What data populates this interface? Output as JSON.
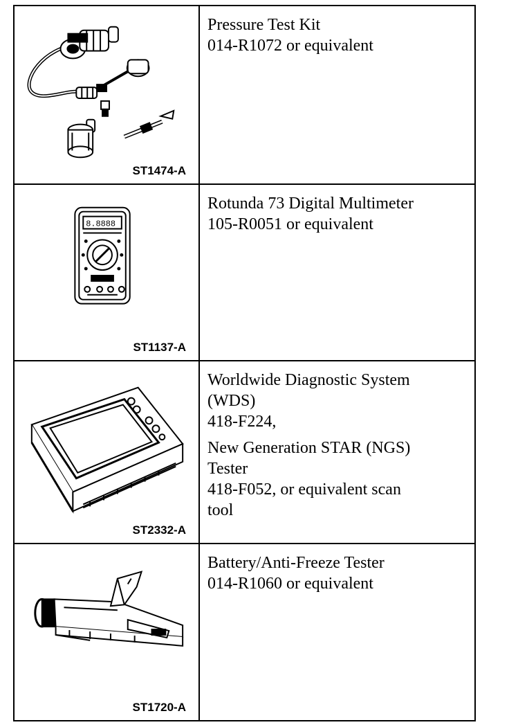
{
  "tools": [
    {
      "figure_code": "ST1474-A",
      "illustration": "pressure-test-kit-illustration",
      "lines": [
        "Pressure Test Kit",
        "014-R1072 or equivalent"
      ]
    },
    {
      "figure_code": "ST1137-A",
      "illustration": "digital-multimeter-illustration",
      "lines": [
        "Rotunda 73 Digital Multimeter",
        "105-R0051 or equivalent"
      ]
    },
    {
      "figure_code": "ST2332-A",
      "illustration": "scan-tool-illustration",
      "lines": [
        "Worldwide Diagnostic System",
        "(WDS)",
        "418-F224,"
      ],
      "lines2": [
        "New Generation STAR (NGS)",
        "Tester",
        "418-F052, or equivalent scan",
        "tool"
      ]
    },
    {
      "figure_code": "ST1720-A",
      "illustration": "battery-antifreeze-tester-illustration",
      "lines": [
        "Battery/Anti-Freeze Tester",
        "014-R1060 or equivalent"
      ]
    }
  ]
}
